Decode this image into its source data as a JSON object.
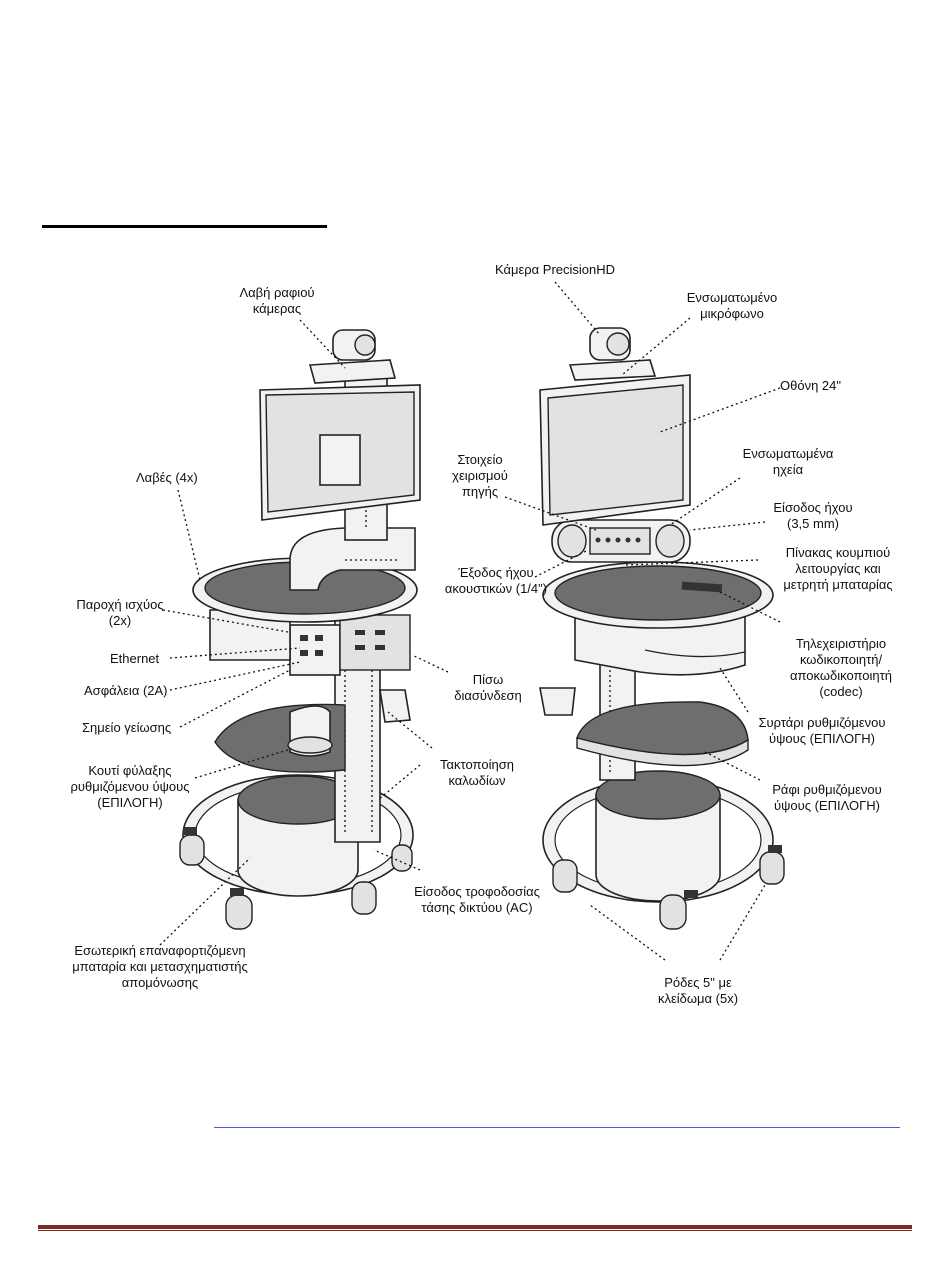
{
  "left_cart": {
    "camera_shelf_handle": "Λαβή ραφιού\nκάμερας",
    "handles": "Λαβές (4x)",
    "power_supply": "Παροχή ισχύος\n(2x)",
    "ethernet": "Ethernet",
    "fuse": "Ασφάλεια (2A)",
    "ground_point": "Σημείο γείωσης",
    "storage_box": "Κουτί φύλαξης\nρυθμιζόμενου ύψους\n(ΕΠΙΛΟΓΗ)",
    "rear_connection": "Πίσω\nδιασύνδεση",
    "cable_management": "Τακτοποίηση\nκαλωδίων",
    "ac_inlet": "Είσοδος τροφοδοσίας\nτάσης δικτύου (AC)",
    "battery": "Εσωτερική επαναφορτιζόμενη\nμπαταρία και μετασχηματιστής\nαπομόνωσης"
  },
  "right_cart": {
    "camera": "Κάμερα PrecisionHD",
    "microphone": "Ενσωματωμένο\nμικρόφωνο",
    "display": "Οθόνη 24\"",
    "source_control": "Στοιχείο\nχειρισμού\nπηγής",
    "speakers": "Ενσωματωμένα\nηχεία",
    "audio_in": "Είσοδος ήχου\n(3,5 mm)",
    "headphone_out": "Έξοδος ήχου\nακουστικών (1/4\")",
    "button_panel": "Πίνακας κουμπιού\nλειτουργίας και\nμετρητή μπαταρίας",
    "codec_remote": "Τηλεχειριστήριο\nκωδικοποιητή/\nαποκωδικοποιητή\n(codec)",
    "drawer": "Συρτάρι ρυθμιζόμενου\nύψους (ΕΠΙΛΟΓΗ)",
    "shelf": "Ράφι ρυθμιζόμενου\nύψους (ΕΠΙΛΟΓΗ)",
    "casters": "Ρόδες 5\" με\nκλείδωμα (5x)"
  },
  "colors": {
    "footer_rule": "#7a2b22",
    "link_rule": "#4a5be0",
    "shelf_fill": "#6e6e6e",
    "body_fill": "#efefef"
  }
}
